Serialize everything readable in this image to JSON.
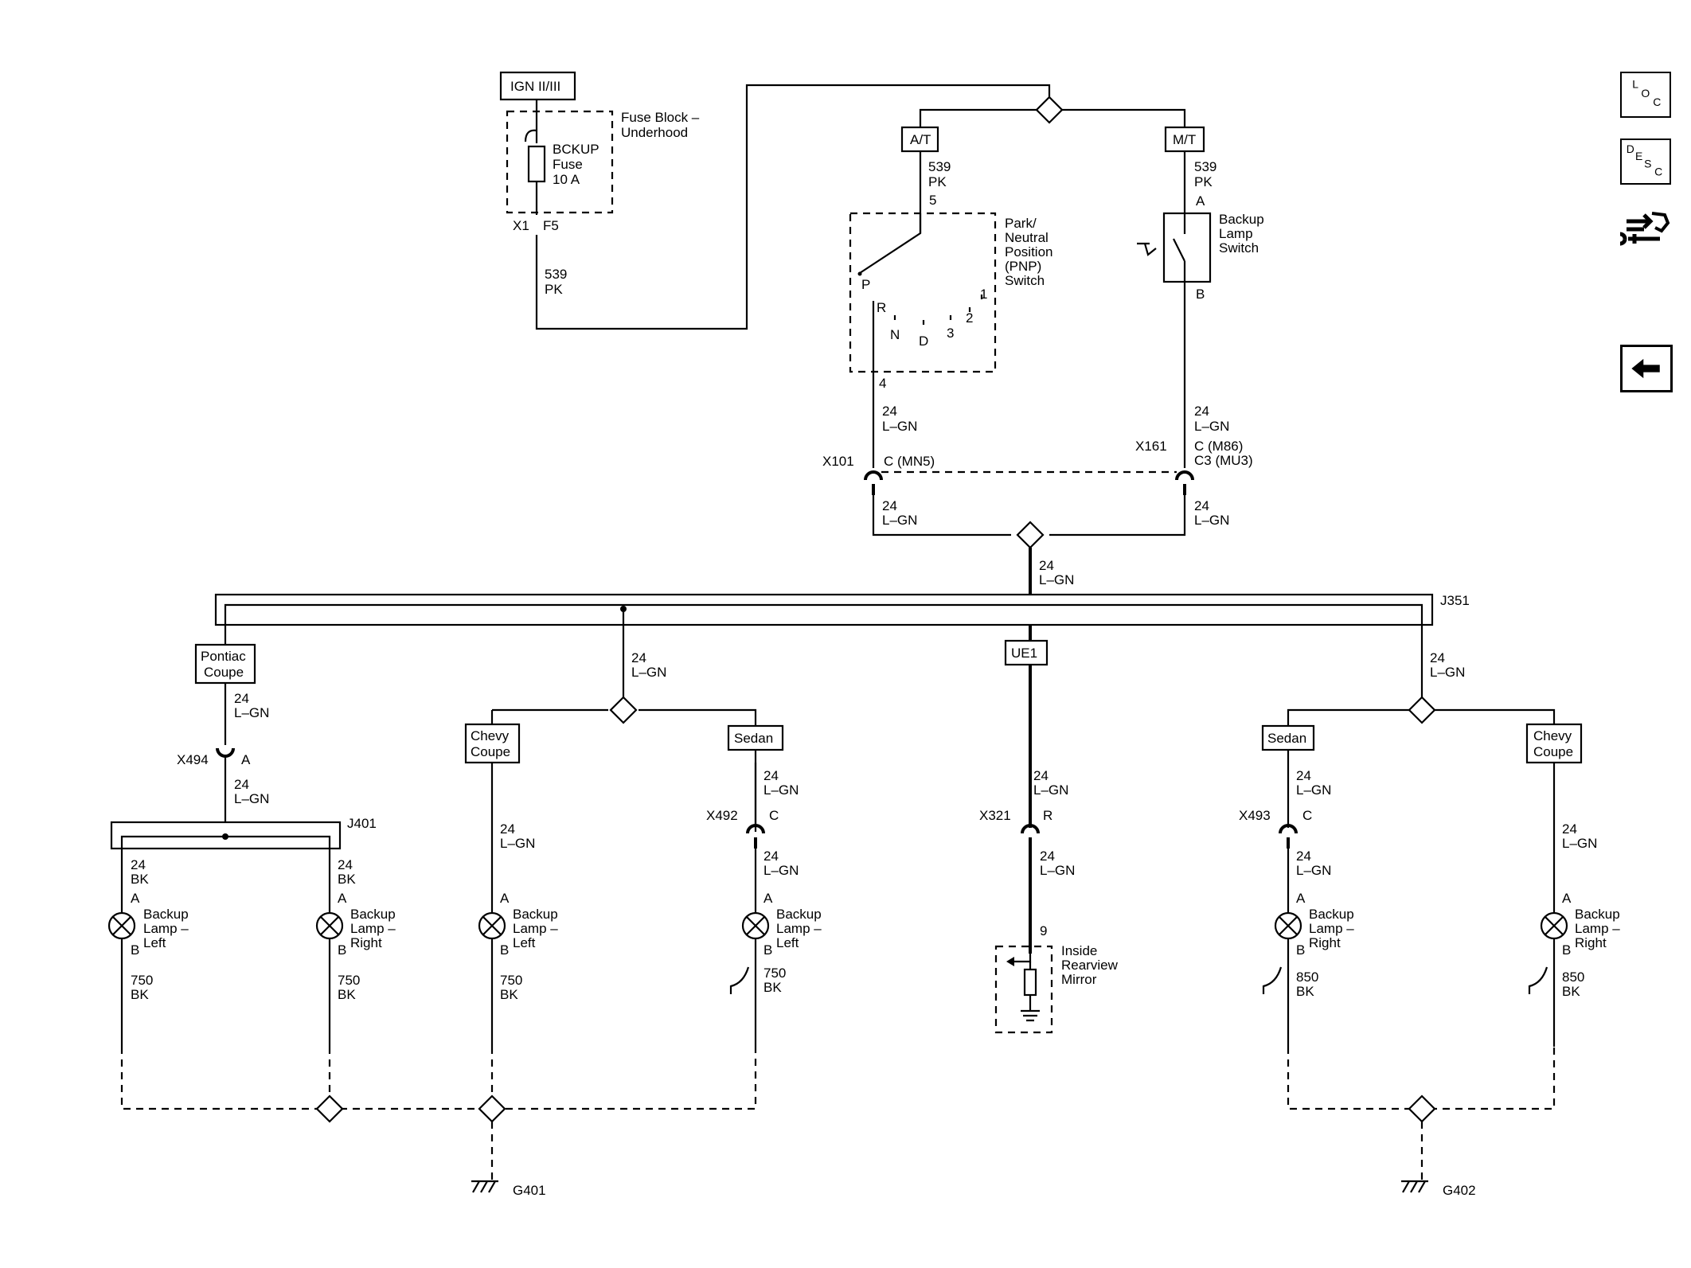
{
  "ign_label": "IGN II/III",
  "fuse_block": {
    "line1": "Fuse Block –",
    "line2": "Underhood"
  },
  "fuse": {
    "line1": "BCKUP",
    "line2": "Fuse",
    "line3": "10 A"
  },
  "fuse_pins": {
    "left": "X1",
    "right": "F5"
  },
  "wire_539": {
    "num": "539",
    "color": "PK"
  },
  "wire_24_lgn": {
    "num": "24",
    "color": "L–GN"
  },
  "wire_24_bk": {
    "num": "24",
    "color": "BK"
  },
  "wire_750_bk": {
    "num": "750",
    "color": "BK"
  },
  "wire_850_bk": {
    "num": "850",
    "color": "BK"
  },
  "at_label": "A/T",
  "mt_label": "M/T",
  "pnp": {
    "line1": "Park/",
    "line2": "Neutral",
    "line3": "Position",
    "line4": "(PNP)",
    "line5": "Switch",
    "pin_top": "5",
    "pin_bottom": "4",
    "pos_p": "P",
    "pos_r": "R",
    "pos_n": "N",
    "pos_d": "D",
    "pos_3": "3",
    "pos_2": "2",
    "pos_1": "1"
  },
  "backup_switch": {
    "line1": "Backup",
    "line2": "Lamp",
    "line3": "Switch",
    "pin_a": "A",
    "pin_b": "B"
  },
  "x101": {
    "name": "X101",
    "pin": "C (MN5)"
  },
  "x161": {
    "name": "X161",
    "pin1": "C (M86)",
    "pin2": "C3 (MU3)"
  },
  "j351": "J351",
  "j401": "J401",
  "options": {
    "pontiac1": "Pontiac",
    "pontiac2": "Coupe",
    "chevy1": "Chevy",
    "chevy2": "Coupe",
    "sedan": "Sedan",
    "ue1": "UE1"
  },
  "x494": {
    "name": "X494",
    "pin": "A"
  },
  "x492": {
    "name": "X492",
    "pin": "C"
  },
  "x321": {
    "name": "X321",
    "pin": "R"
  },
  "x493": {
    "name": "X493",
    "pin": "C"
  },
  "lamp": {
    "line1": "Backup",
    "line2": "Lamp –",
    "left": "Left",
    "right": "Right",
    "pin_a": "A",
    "pin_b": "B"
  },
  "mirror": {
    "pin": "9",
    "line1": "Inside",
    "line2": "Rearview",
    "line3": "Mirror"
  },
  "grounds": {
    "g401": "G401",
    "g402": "G402"
  },
  "nav_icons": [
    "loc-icon",
    "desc-icon",
    "connector-tools-icon",
    "back-arrow-icon"
  ]
}
